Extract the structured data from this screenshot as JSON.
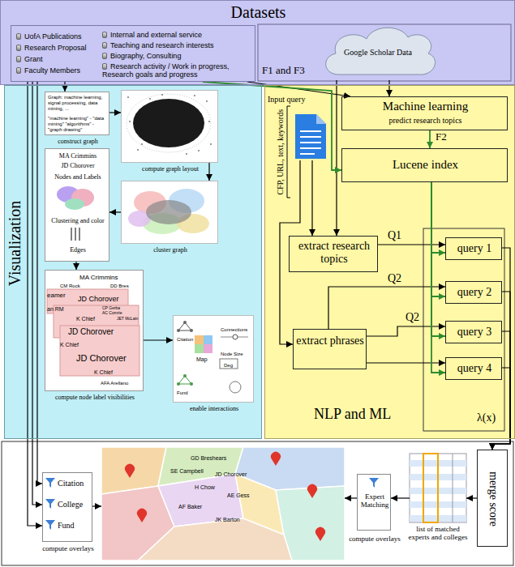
{
  "diagram": {
    "nodes": [
      {
        "text": [
          "Datasets"
        ]
      },
      {
        "text": [
          "UofA Publications",
          "Research Proposal",
          "Grant",
          "Faculty Members",
          "Internal and external service",
          "Teaching and research interests",
          "Biography, Consulting",
          "Research activity / Work in progress, Research goals and progress"
        ],
        "in": 0
      },
      {
        "text": [
          "Google Scholar Data"
        ],
        "in": 0
      },
      {
        "text": [
          "Visualization"
        ]
      },
      {
        "text": [
          "Graph: machine learning, signal processing, data mining, ...",
          "\"machine learning\" - \"data mining\" \"algorithms\" - \"graph drawing\"",
          "construct graph"
        ],
        "in": 3
      },
      {
        "text": [
          "compute graph layout"
        ],
        "in": 3
      },
      {
        "text": [
          "cluster graph"
        ],
        "in": 3
      },
      {
        "text": [
          "MA Crimmins",
          "JD Chorover",
          "Nodes and Labels",
          "Clustering and color",
          "Edges"
        ],
        "in": 3
      },
      {
        "text": [
          "MA Crimmins",
          "CM Rock",
          "DD Bres",
          "eamer",
          "an RM",
          "JD Chorover",
          "CP Gerba",
          "AC Comrie",
          "JET McLain",
          "K Chief",
          "JD Chorover",
          "K Chief",
          "JD Chorover",
          "K Chief",
          "AFA Arellano",
          "compute node label visibilities"
        ],
        "in": 3
      },
      {
        "text": [
          "Citation",
          "Map",
          "Fund",
          "Connections",
          "Node Size",
          "Deg",
          "enable interactions"
        ],
        "in": 3
      },
      {
        "text": [
          "NLP and ML"
        ]
      },
      {
        "text": [
          "Machine learning",
          "predict research topics"
        ],
        "in": 10
      },
      {
        "text": [
          "Lucene index"
        ],
        "in": 10
      },
      {
        "text": [
          "CFP, URL, text, keywords"
        ],
        "in": 10
      },
      {
        "text": [
          "extract research topics"
        ],
        "in": 10
      },
      {
        "text": [
          "extract phrases"
        ],
        "in": 10
      },
      {
        "text": [
          "query 1"
        ],
        "in": 10
      },
      {
        "text": [
          "query 2"
        ],
        "in": 10
      },
      {
        "text": [
          "query 3"
        ],
        "in": 10
      },
      {
        "text": [
          "query 4"
        ],
        "in": 10
      },
      {
        "text": [
          "Citation",
          "College",
          "Fund",
          "compute overlays"
        ]
      },
      {
        "text": [
          "GD Breshears",
          "SE Campbell",
          "JD Chorover",
          "H Chow",
          "AE Gess",
          "AF Baker",
          "JK Barton"
        ]
      },
      {
        "text": [
          "Expert Matching",
          "compute overlays"
        ]
      },
      {
        "text": [
          "list of matched experts and colleges"
        ]
      },
      {
        "text": [
          "merge score"
        ]
      }
    ],
    "edges": [
      {
        "from": 1,
        "to": 4,
        "arrow": "to"
      },
      {
        "from": 4,
        "to": 5,
        "arrow": "to"
      },
      {
        "from": 5,
        "to": 6,
        "arrow": "to"
      },
      {
        "from": 6,
        "to": 7,
        "arrow": "to"
      },
      {
        "from": 7,
        "to": 8,
        "arrow": "to"
      },
      {
        "from": 8,
        "to": 9,
        "arrow": "to"
      },
      {
        "from": 1,
        "to": 20,
        "arrow": "to"
      },
      {
        "from": 1,
        "to": 20,
        "arrow": "to"
      },
      {
        "from": 1,
        "to": 20,
        "arrow": "to"
      },
      {
        "from": 1,
        "to": 11,
        "arrow": "to"
      },
      {
        "from": 2,
        "to": 11,
        "arrow": "to"
      },
      {
        "from": 2,
        "to": 14,
        "arrow": "to"
      },
      {
        "from": 1,
        "to": 12,
        "label": "F1 and F3",
        "arrow": "to"
      },
      {
        "from": 11,
        "to": 12,
        "label": "F2",
        "arrow": "to"
      },
      {
        "from": 13,
        "to": 14,
        "arrow": "to"
      },
      {
        "from": 13,
        "to": 15,
        "arrow": "to"
      },
      {
        "from": 14,
        "to": 16,
        "label": "Q1",
        "arrow": "to"
      },
      {
        "from": 15,
        "to": 17,
        "label": "Q2",
        "arrow": "to"
      },
      {
        "from": 15,
        "to": 18,
        "label": "Q2",
        "arrow": "to"
      },
      {
        "from": 15,
        "to": 19,
        "arrow": "to"
      },
      {
        "from": 12,
        "to": 16,
        "arrow": "to"
      },
      {
        "from": 12,
        "to": 17,
        "arrow": "to"
      },
      {
        "from": 12,
        "to": 18,
        "arrow": "to"
      },
      {
        "from": 12,
        "to": 19,
        "arrow": "to"
      },
      {
        "from": 16,
        "to": 24,
        "arrow": "to"
      },
      {
        "from": 17,
        "to": 24,
        "arrow": "to"
      },
      {
        "from": 18,
        "to": 24,
        "arrow": "to"
      },
      {
        "from": 19,
        "to": 24,
        "arrow": "to"
      },
      {
        "from": 24,
        "to": 23,
        "arrow": "to"
      },
      {
        "from": 23,
        "to": 22,
        "arrow": "to"
      },
      {
        "from": 22,
        "to": 21,
        "arrow": "to"
      },
      {
        "from": 20,
        "to": 21,
        "arrow": "to"
      }
    ],
    "labels": [
      "Input query",
      "λ(x)"
    ]
  }
}
